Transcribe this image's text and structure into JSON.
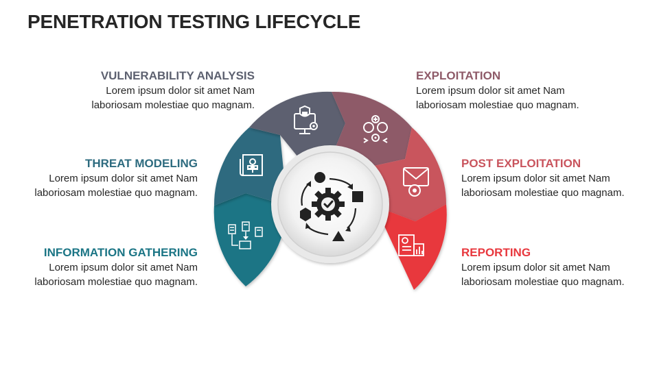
{
  "page": {
    "title": "PENETRATION TESTING LIFECYCLE"
  },
  "stages": [
    {
      "id": "vulnerability",
      "title": "VULNERABILITY ANALYSIS",
      "line1": "Lorem ipsum dolor sit amet Nam",
      "line2": "laboriosam molestiae quo magnam.",
      "color": "#5d6170",
      "icon": "lock-monitor-gear-icon"
    },
    {
      "id": "threat",
      "title": "THREAT MODELING",
      "line1": "Lorem ipsum dolor sit amet Nam",
      "line2": "laboriosam molestiae quo magnam.",
      "color": "#2d6b7f",
      "icon": "blueprint-document-icon"
    },
    {
      "id": "information",
      "title": "INFORMATION GATHERING",
      "line1": "Lorem ipsum dolor sit amet Nam",
      "line2": "laboriosam molestiae quo magnam.",
      "color": "#1b7585",
      "icon": "document-flow-icon"
    },
    {
      "id": "exploitation",
      "title": "EXPLOITATION",
      "line1": "Lorem ipsum dolor sit amet Nam",
      "line2": "laboriosam molestiae quo magnam.",
      "color": "#8e5a68",
      "icon": "hackers-gear-icon"
    },
    {
      "id": "post",
      "title": "POST EXPLOITATION",
      "line1": "Lorem ipsum dolor sit amet Nam",
      "line2": "laboriosam molestiae quo magnam.",
      "color": "#c9545d",
      "icon": "envelope-gear-icon"
    },
    {
      "id": "reporting",
      "title": "REPORTING",
      "line1": "Lorem ipsum dolor sit amet Nam",
      "line2": "laboriosam molestiae quo magnam.",
      "color": "#e8383e",
      "icon": "report-chart-icon"
    }
  ],
  "center": {
    "icon": "process-cycle-gear-icon"
  }
}
